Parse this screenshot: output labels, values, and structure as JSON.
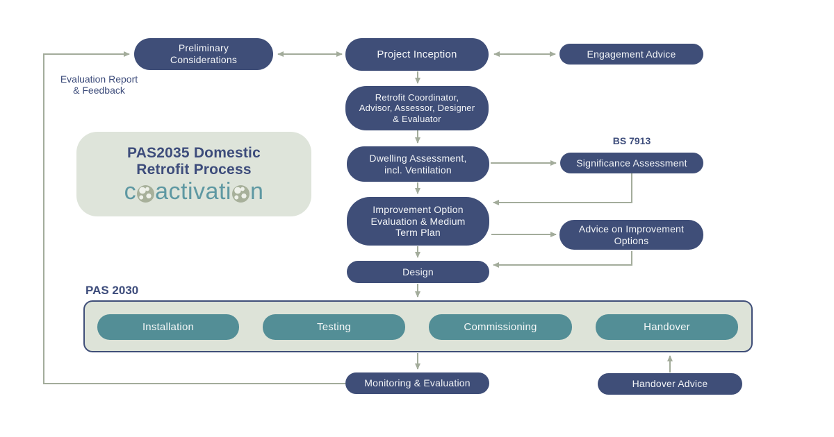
{
  "palette": {
    "node_navy": "#3f4e78",
    "node_teal": "#538e96",
    "connector_sage": "#a3ac9b",
    "panel_sage": "#dde3d8",
    "text_navy": "#3d4c7b",
    "brand_teal": "#5e98a2",
    "globe_sage": "#a7b09a"
  },
  "title_card": {
    "title": "PAS2035 Domestic\nRetrofit Process",
    "brand_start": "c",
    "brand_middle": "activati",
    "brand_end": "n"
  },
  "annotations": {
    "evaluation_feedback": "Evaluation Report\n& Feedback",
    "bs7913": "BS 7913",
    "pas2030": "PAS 2030"
  },
  "nodes": {
    "preliminary": "Preliminary\nConsiderations",
    "project_inception": "Project Inception",
    "engagement_advice": "Engagement Advice",
    "retrofit_team": "Retrofit Coordinator,\nAdvisor, Assessor, Designer\n& Evaluator",
    "dwelling_assessment": "Dwelling Assessment,\nincl. Ventilation",
    "significance_assessment": "Significance Assessment",
    "improvement_option": "Improvement Option\nEvaluation & Medium\nTerm Plan",
    "advice_improvement": "Advice on Improvement\nOptions",
    "design": "Design",
    "installation": "Installation",
    "testing": "Testing",
    "commissioning": "Commissioning",
    "handover": "Handover",
    "monitoring": "Monitoring & Evaluation",
    "handover_advice": "Handover Advice"
  },
  "edges": [
    {
      "from": "Monitoring & Evaluation",
      "to": "Preliminary Considerations",
      "type": "arrow",
      "label": "Evaluation Report & Feedback"
    },
    {
      "from": "Preliminary Considerations",
      "to": "Project Inception",
      "type": "double-arrow"
    },
    {
      "from": "Project Inception",
      "to": "Engagement Advice",
      "type": "double-arrow"
    },
    {
      "from": "Project Inception",
      "to": "Retrofit Coordinator, Advisor, Assessor, Designer & Evaluator",
      "type": "arrow"
    },
    {
      "from": "Retrofit Coordinator, Advisor, Assessor, Designer & Evaluator",
      "to": "Dwelling Assessment, incl. Ventilation",
      "type": "arrow"
    },
    {
      "from": "Dwelling Assessment, incl. Ventilation",
      "to": "Significance Assessment",
      "type": "arrow"
    },
    {
      "from": "Significance Assessment",
      "to": "Improvement Option Evaluation & Medium Term Plan",
      "type": "arrow"
    },
    {
      "from": "Dwelling Assessment, incl. Ventilation",
      "to": "Improvement Option Evaluation & Medium Term Plan",
      "type": "arrow"
    },
    {
      "from": "Improvement Option Evaluation & Medium Term Plan",
      "to": "Advice on Improvement Options",
      "type": "arrow"
    },
    {
      "from": "Advice on Improvement Options",
      "to": "Design",
      "type": "arrow"
    },
    {
      "from": "Improvement Option Evaluation & Medium Term Plan",
      "to": "Design",
      "type": "arrow"
    },
    {
      "from": "Design",
      "to": "PAS 2030 panel",
      "type": "arrow"
    },
    {
      "from": "PAS 2030 panel",
      "to": "Monitoring & Evaluation",
      "type": "arrow"
    },
    {
      "from": "Handover Advice",
      "to": "PAS 2030 panel",
      "type": "arrow"
    }
  ]
}
